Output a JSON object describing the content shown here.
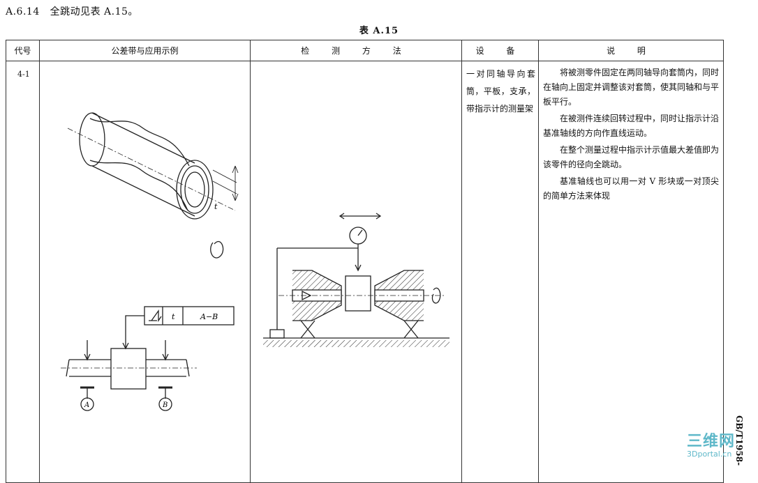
{
  "header": {
    "section": "A.6.14",
    "title": "全跳动见表 A.15。"
  },
  "table": {
    "caption": "表 A.15",
    "columns": [
      "代号",
      "公差带与应用示例",
      "检 测 方 法",
      "设 备",
      "说 明"
    ],
    "row": {
      "code": "4-1",
      "equipment": "一对同轴导向套筒，平板，支承，带指示计的测量架",
      "description": [
        "将被测零件固定在两同轴导向套筒内，同时在轴向上固定并调整该对套筒，使其同轴和与平板平行。",
        "在被测件连续回转过程中，同时让指示计沿基准轴线的方向作直线运动。",
        "在整个测量过程中指示计示值最大差值即为该零件的径向全跳动。",
        "基准轴线也可以用一对 V 形块或一对顶尖的简单方法来体现"
      ]
    }
  },
  "drawing_labels": {
    "tolerance": "t",
    "datum_a": "A",
    "datum_b": "B",
    "datum_ref": "A−B"
  },
  "side_mark": "GB/T1958-",
  "watermark": {
    "cn": "三维网",
    "en": "3Dportal.cn"
  }
}
